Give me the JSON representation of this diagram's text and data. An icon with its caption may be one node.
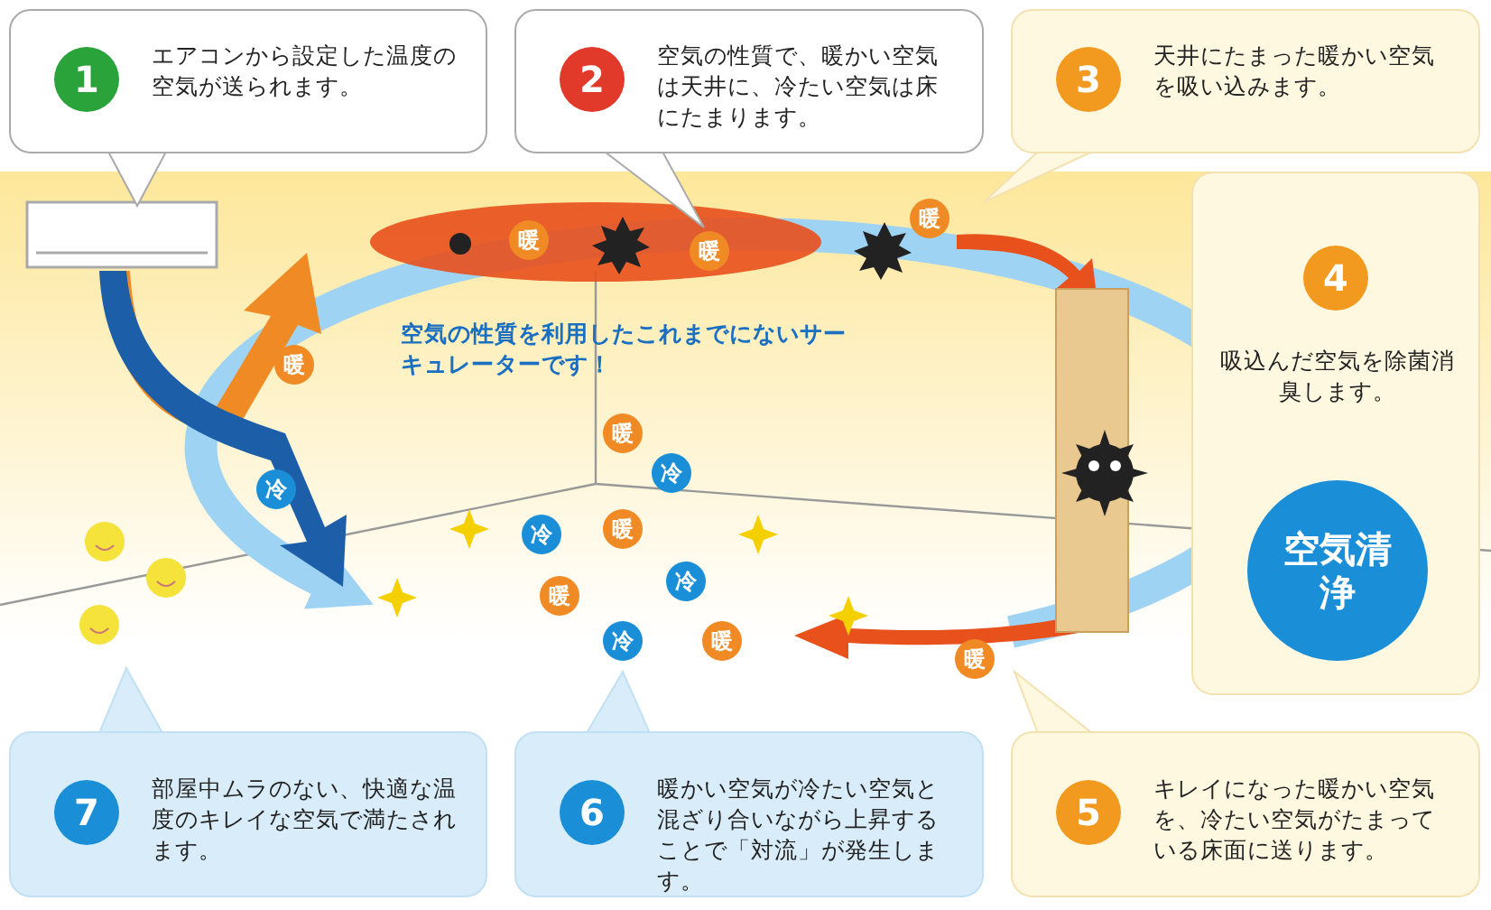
{
  "diagram": {
    "nodes": [
      {
        "text": [
          "1",
          "エアコンから設定した温度の空気が送られます。"
        ]
      },
      {
        "text": [
          "2",
          "空気の性質で、暖かい空気は天井に、冷たい空気は床にたまります。"
        ]
      },
      {
        "text": [
          "3",
          "天井にたまった暖かい空気を吸い込みます。"
        ]
      },
      {
        "text": [
          "4",
          "吸込んだ空気を除菌消臭します。"
        ]
      },
      {
        "text": [
          "5",
          "キレイになった暖かい空気を、冷たい空気がたまっている床面に送ります。"
        ]
      },
      {
        "text": [
          "6",
          "暖かい空気が冷たい空気と混ざり合いながら上昇することで「対流」が発生します。"
        ]
      },
      {
        "text": [
          "7",
          "部屋中ムラのない、快適な温度のキレイな空気で満たされます。"
        ]
      },
      {
        "text": [
          "空気清浄"
        ],
        "in": 3
      }
    ],
    "labels": [
      "暖",
      "暖",
      "暖",
      "空気の性質を利用したこれまでにないサーキュレーターです！",
      "暖",
      "暖",
      "冷",
      "冷",
      "暖",
      "冷",
      "冷",
      "暖",
      "冷",
      "暖",
      "暖"
    ]
  }
}
